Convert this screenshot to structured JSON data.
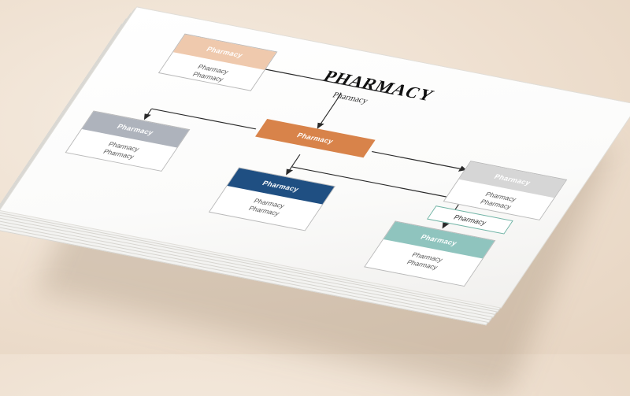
{
  "diagram": {
    "title": "PHARMACY",
    "subtitle": "Pharmacy",
    "colors": {
      "peach": "#efc9ad",
      "slate": "#aeb3bc",
      "orange": "#d8834a",
      "navy": "#1f4f82",
      "teal": "#8fc4be",
      "lightgray": "#d6d6d6",
      "tag_border": "#6fb3a4",
      "connector": "#2a2a2a"
    },
    "nodes": [
      {
        "id": "top_left",
        "header": "Pharmacy",
        "lines": [
          "Pharmacy",
          "Pharmacy"
        ]
      },
      {
        "id": "left",
        "header": "Pharmacy",
        "lines": [
          "Pharmacy",
          "Pharmacy"
        ]
      },
      {
        "id": "center",
        "header": "Pharmacy",
        "lines": []
      },
      {
        "id": "mid",
        "header": "Pharmacy",
        "lines": [
          "Pharmacy",
          "Pharmacy"
        ]
      },
      {
        "id": "right",
        "header": "Pharmacy",
        "lines": [
          "Pharmacy",
          "Pharmacy"
        ]
      },
      {
        "id": "bottom_right",
        "header": "Pharmacy",
        "lines": [
          "Pharmacy",
          "Pharmacy"
        ]
      }
    ],
    "tag": "Pharmacy"
  }
}
